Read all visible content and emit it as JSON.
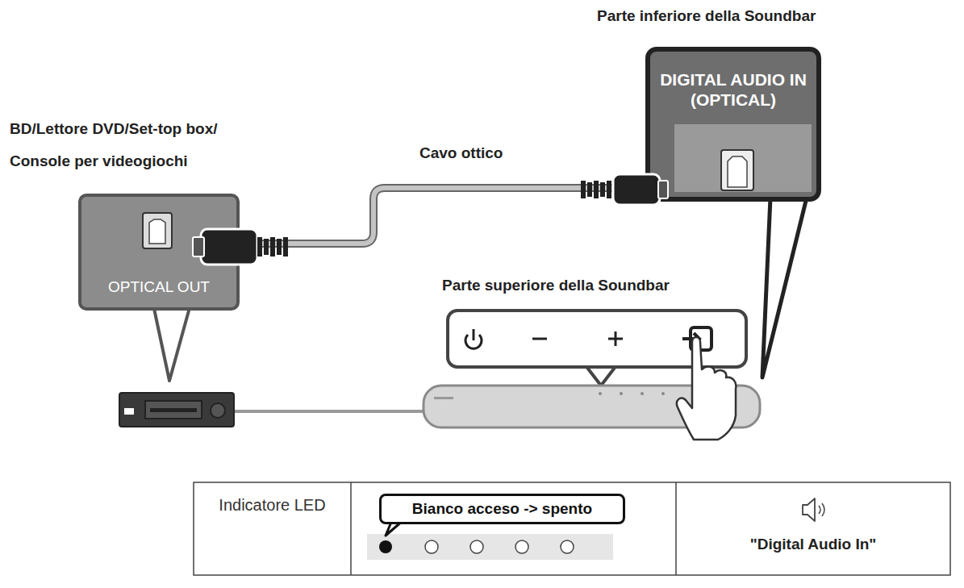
{
  "diagram": {
    "nodes": [
      {
        "text": [
          "OPTICAL OUT"
        ]
      },
      {
        "text": [
          "DIGITAL AUDIO IN (OPTICAL)"
        ]
      },
      {
        "text": [
          "Bianco acceso -> spento"
        ]
      }
    ],
    "edges": [
      {
        "from": 0,
        "to": 1,
        "arrow": "none"
      }
    ],
    "labels": [
      "Parte inferiore della Soundbar",
      "BD/Lettore DVD/Set-top box/ Console per videogiochi",
      "Cavo ottico",
      "Parte superiore della Soundbar",
      "Indicatore LED",
      "\"Digital Audio In\""
    ]
  }
}
